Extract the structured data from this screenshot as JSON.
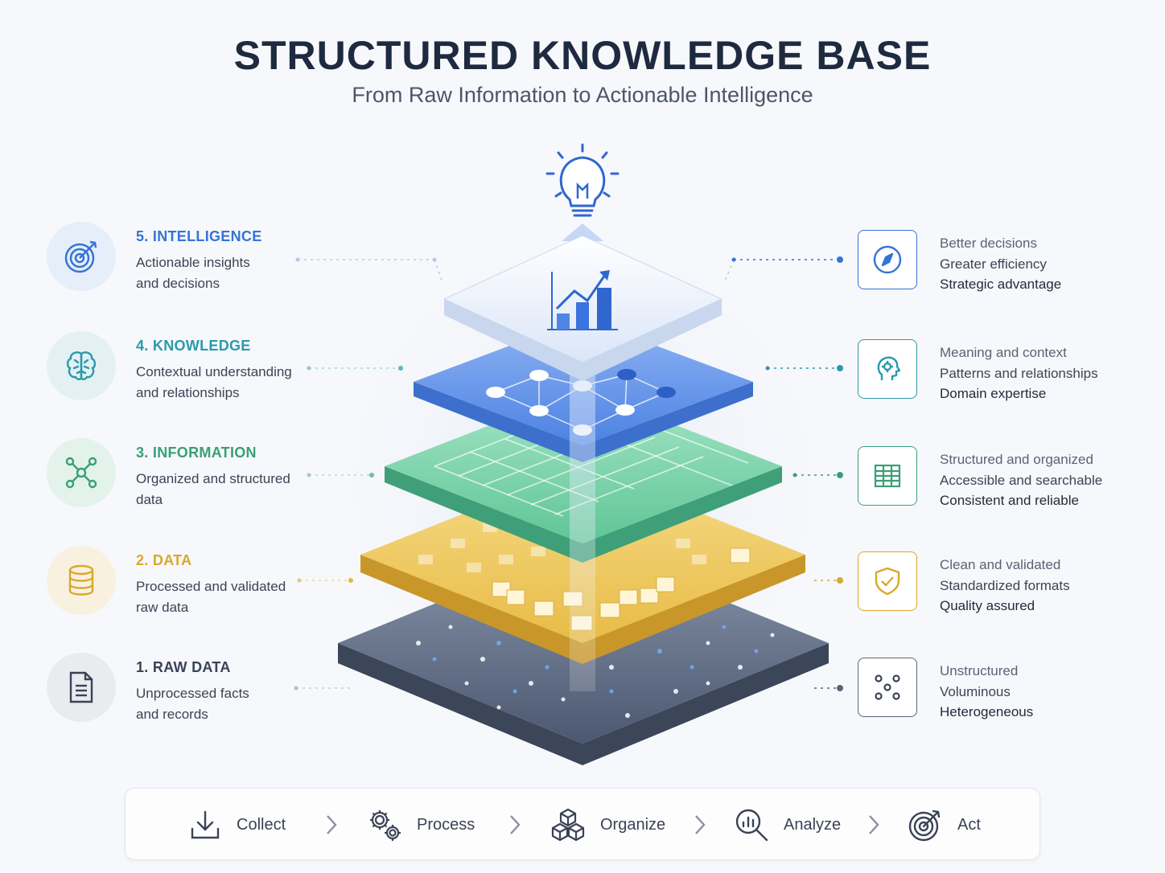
{
  "header": {
    "title": "STRUCTURED KNOWLEDGE BASE",
    "subtitle": "From Raw Information to Actionable Intelligence"
  },
  "levels": [
    {
      "title": "5. INTELLIGENCE",
      "desc_line1": "Actionable insights",
      "desc_line2": "and decisions",
      "icon": "target-icon",
      "color": "#3574d6",
      "bg": "#e6eef9"
    },
    {
      "title": "4. KNOWLEDGE",
      "desc_line1": "Contextual understanding",
      "desc_line2": "and relationships",
      "icon": "brain-icon",
      "color": "#2a9aa9",
      "bg": "#e3f1f3"
    },
    {
      "title": "3. INFORMATION",
      "desc_line1": "Organized and structured",
      "desc_line2": "data",
      "icon": "network-icon",
      "color": "#39a076",
      "bg": "#e4f2ec"
    },
    {
      "title": "2. DATA",
      "desc_line1": "Processed and validated",
      "desc_line2": "raw data",
      "icon": "database-icon",
      "color": "#d9a82c",
      "bg": "#f9f1df"
    },
    {
      "title": "1. RAW DATA",
      "desc_line1": "Unprocessed facts",
      "desc_line2": "and records",
      "icon": "document-icon",
      "color": "#3a4356",
      "bg": "#e9ebef"
    }
  ],
  "benefits": [
    {
      "items": [
        "Better decisions",
        "Greater efficiency",
        "Strategic advantage"
      ],
      "icon": "compass-icon",
      "color": "#3574d6"
    },
    {
      "items": [
        "Meaning and context",
        "Patterns and relationships",
        "Domain expertise"
      ],
      "icon": "head-gear-icon",
      "color": "#2a9aa9"
    },
    {
      "items": [
        "Structured and organized",
        "Accessible and searchable",
        "Consistent and reliable"
      ],
      "icon": "table-icon",
      "color": "#39a076"
    },
    {
      "items": [
        "Clean and validated",
        "Standardized formats",
        "Quality assured"
      ],
      "icon": "shield-check-icon",
      "color": "#d9a82c"
    },
    {
      "items": [
        "Unstructured",
        "Voluminous",
        "Heterogeneous"
      ],
      "icon": "scatter-dots-icon",
      "color": "#5b6478"
    }
  ],
  "flow": {
    "steps": [
      {
        "label": "Collect",
        "icon": "download-icon"
      },
      {
        "label": "Process",
        "icon": "gears-icon"
      },
      {
        "label": "Organize",
        "icon": "cubes-icon"
      },
      {
        "label": "Analyze",
        "icon": "magnifier-chart-icon"
      },
      {
        "label": "Act",
        "icon": "target-arrow-icon"
      }
    ]
  },
  "layers": {
    "colors": {
      "intelligence": "#eef3fc",
      "knowledge": "#5b8fe8",
      "information": "#6fcfa4",
      "data": "#ecc558",
      "raw": "#56637a"
    }
  }
}
